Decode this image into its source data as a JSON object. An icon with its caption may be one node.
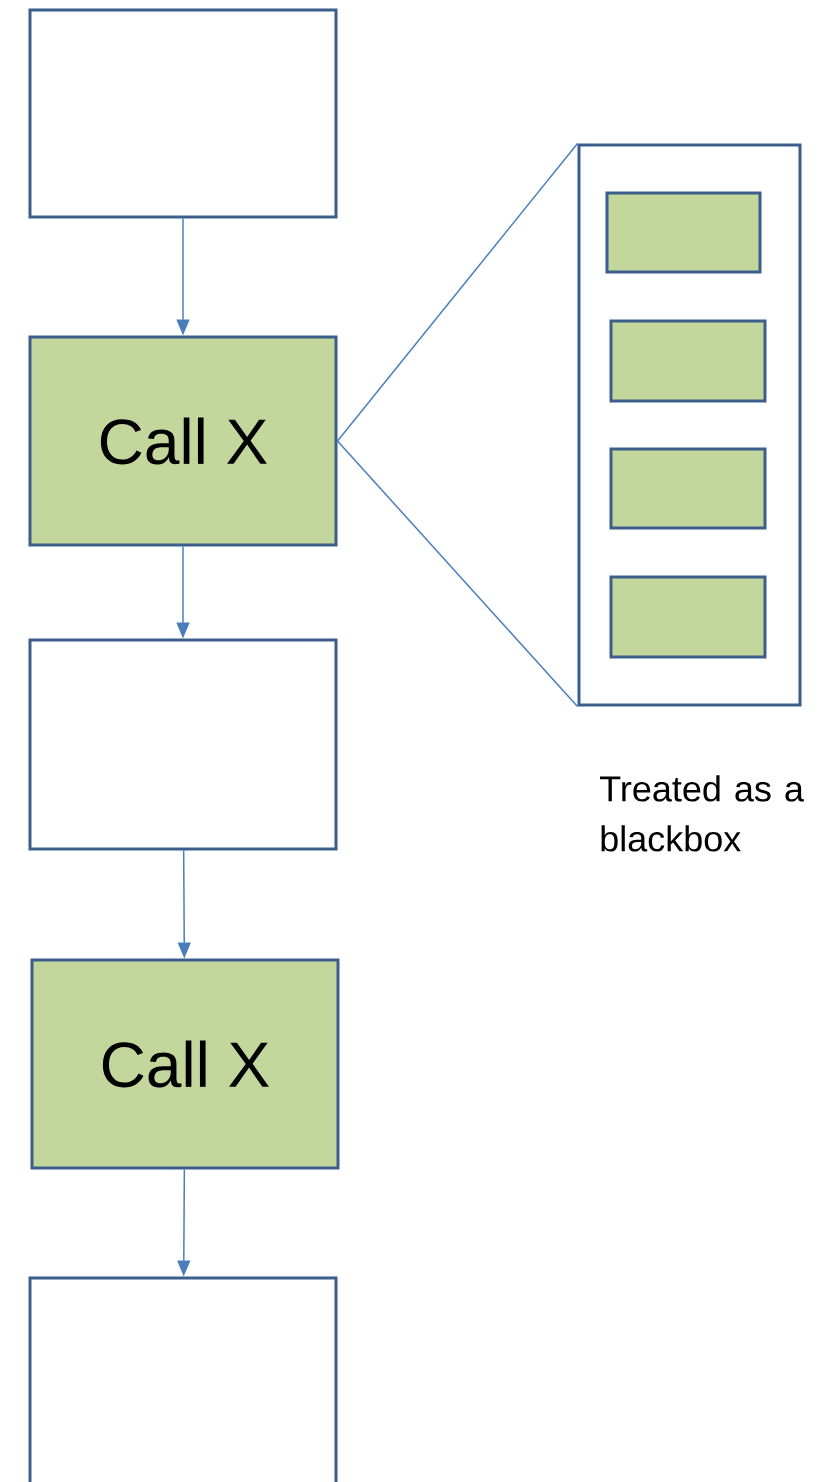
{
  "diagram": {
    "nodes": [
      {
        "text": [],
        "shape": "box"
      },
      {
        "text": [
          "Call X"
        ]
      },
      {
        "text": [],
        "shape": "box"
      },
      {
        "text": [
          "Call X"
        ]
      },
      {
        "text": [],
        "shape": "box"
      },
      {
        "text": [],
        "shape": "box",
        "beside": [
          "Treated as a blackbox"
        ]
      },
      {
        "text": [],
        "shape": "box",
        "in": 5
      },
      {
        "text": [],
        "shape": "box",
        "in": 5
      },
      {
        "text": [],
        "shape": "box",
        "in": 5
      },
      {
        "text": [],
        "shape": "box",
        "in": 5
      }
    ],
    "edges": [
      {
        "from": 0,
        "to": 1,
        "arrow": "to"
      },
      {
        "from": 1,
        "to": 2,
        "arrow": "to"
      },
      {
        "from": 2,
        "to": 3,
        "arrow": "to"
      },
      {
        "from": 3,
        "to": 4,
        "arrow": "to"
      },
      {
        "from": 1,
        "to": 5,
        "arrow": "none"
      },
      {
        "from": 1,
        "to": 5,
        "arrow": "none"
      }
    ]
  }
}
